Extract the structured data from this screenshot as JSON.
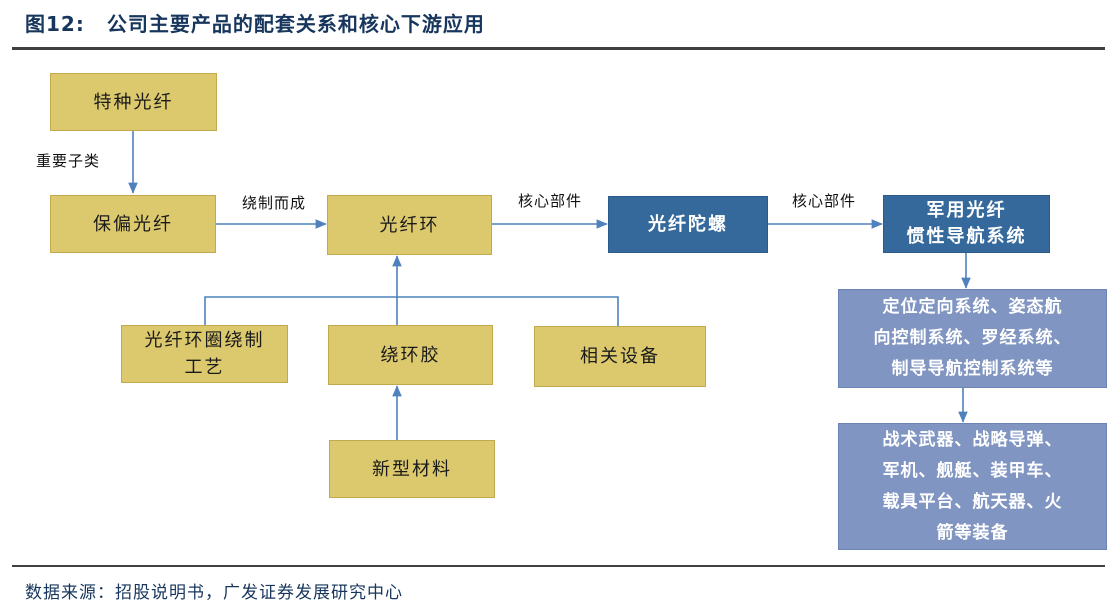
{
  "title": {
    "figure_label": "图12:",
    "text": "公司主要产品的配套关系和核心下游应用"
  },
  "footer": {
    "source": "数据来源：招股说明书，广发证券发展研究中心"
  },
  "colors": {
    "yellow": "#dcc96e",
    "yellow_border": "#c3a94e",
    "dark_blue": "#35699c",
    "dark_blue_border": "#2c5b8a",
    "light_blue": "#8095c1",
    "light_blue_border": "#6d83b3",
    "arrow": "#4f81bd",
    "title_color": "#17365d",
    "rule_color": "#404040"
  },
  "nodes": {
    "special_fiber": {
      "label": "特种光纤"
    },
    "pm_fiber": {
      "label": "保偏光纤"
    },
    "fiber_ring": {
      "label": "光纤环"
    },
    "gyroscope": {
      "label": "光纤陀螺"
    },
    "nav_system": {
      "label": "军用光纤\n惯性导航系统"
    },
    "winding_process": {
      "label": "光纤环圈绕制\n工艺"
    },
    "ring_glue": {
      "label": "绕环胶"
    },
    "equipment": {
      "label": "相关设备"
    },
    "new_material": {
      "label": "新型材料"
    },
    "guidance_systems": {
      "label": "定位定向系统、姿态航\n向控制系统、罗经系统、\n制导导航控制系统等"
    },
    "weapon_platforms": {
      "label": "战术武器、战略导弹、\n军机、舰艇、装甲车、\n载具平台、航天器、火\n箭等装备"
    }
  },
  "edge_labels": {
    "important_subtype": "重要子类",
    "wound_into": "绕制而成",
    "core_component_1": "核心部件",
    "core_component_2": "核心部件"
  }
}
